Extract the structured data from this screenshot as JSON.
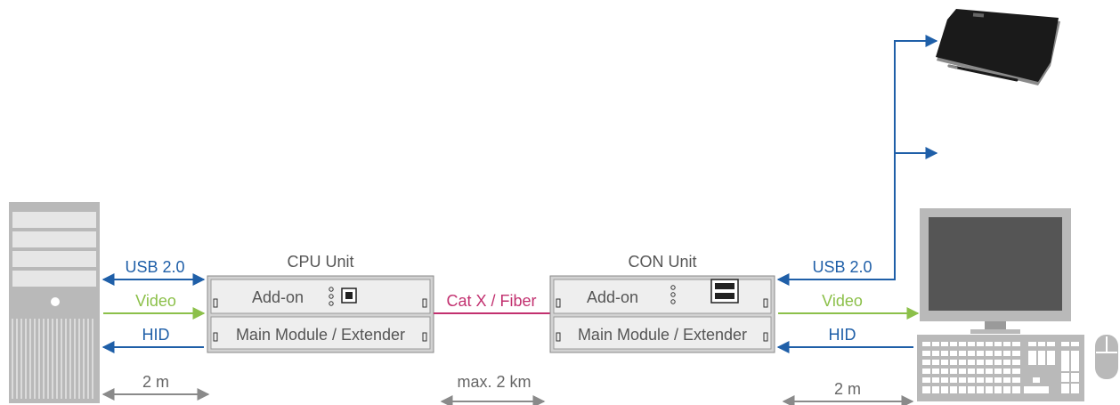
{
  "units": {
    "cpu": {
      "title": "CPU Unit",
      "addon_label": "Add-on",
      "main_label": "Main Module / Extender"
    },
    "con": {
      "title": "CON Unit",
      "addon_label": "Add-on",
      "main_label": "Main Module / Extender"
    }
  },
  "links": {
    "left_usb": "USB 2.0",
    "left_video": "Video",
    "left_hid": "HID",
    "interconnect": "Cat X / Fiber",
    "right_usb": "USB 2.0",
    "right_video": "Video",
    "right_hid": "HID"
  },
  "distances": {
    "left": "2 m",
    "middle": "max. 2 km",
    "right": "2 m"
  },
  "colors": {
    "usb_hid": "#1f5fa8",
    "video": "#8cc04a",
    "interconnect": "#c2306f",
    "distance": "#8a8a8a",
    "device_gray": "#b9b9b9",
    "box_fill": "#eeeeee"
  },
  "icons": {
    "computer": "tower-pc-icon",
    "tablet": "drawing-tablet-icon",
    "monitor": "monitor-icon",
    "keyboard": "keyboard-icon",
    "mouse": "mouse-icon",
    "usb_b_port": "usb-b-port-icon",
    "usb_a_port": "usb-a-port-icon"
  }
}
